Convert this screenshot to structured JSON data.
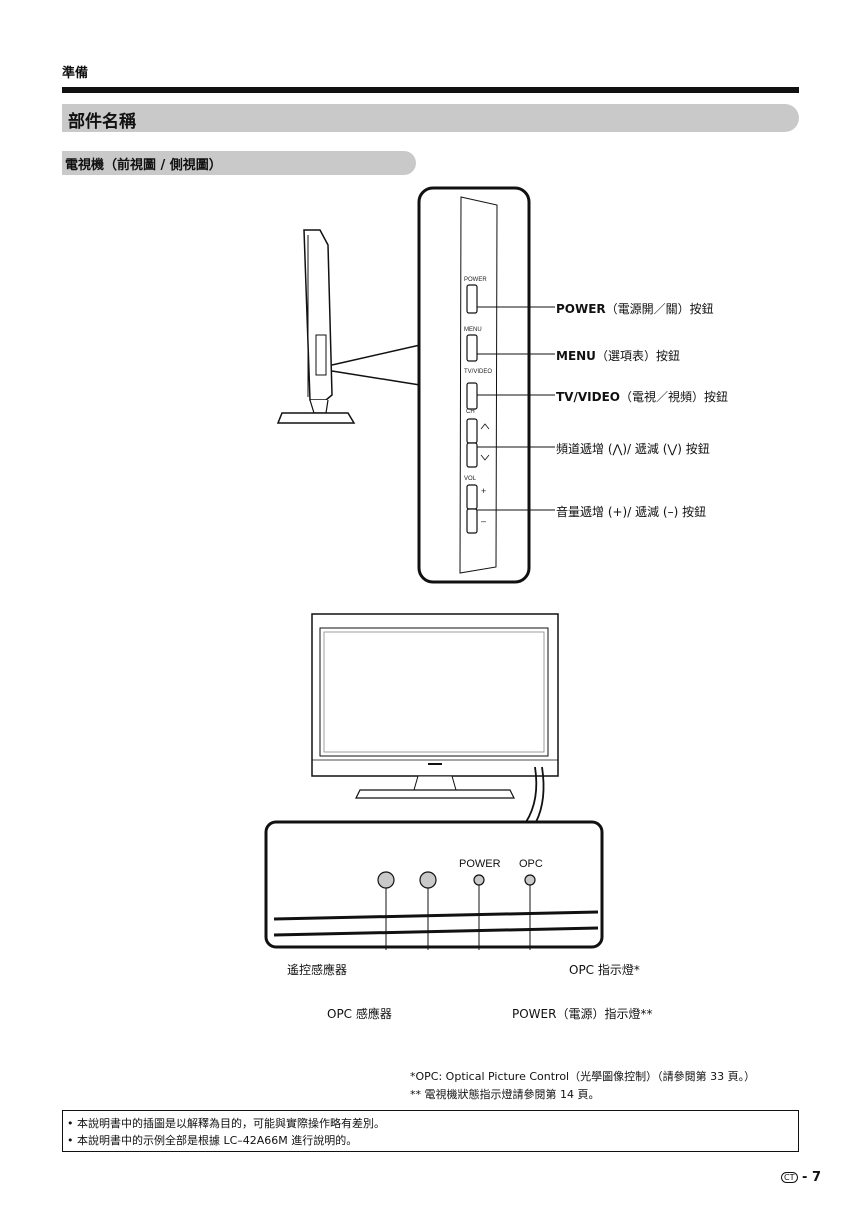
{
  "header": {
    "section": "準備"
  },
  "title": "部件名稱",
  "subtitle": "電視機（前視圖 / 側視圖）",
  "side_buttons": {
    "power": "POWER",
    "menu": "MENU",
    "tvvideo": "TV/VIDEO",
    "ch": "CH",
    "vol": "VOL",
    "plus": "+",
    "minus": "–"
  },
  "callouts": {
    "power_key": "POWER",
    "power_desc": "（電源開／關）按鈕",
    "menu_key": "MENU",
    "menu_desc": "（選項表）按鈕",
    "tvvideo_key": "TV/VIDEO",
    "tvvideo_desc": "（電視／視頻）按鈕",
    "ch_desc": "頻道遞增 (⋀)/ 遞減 (⋁) 按鈕",
    "vol_desc": "音量遞增 (+)/ 遞減 (–) 按鈕"
  },
  "front_panel": {
    "power_label": "POWER",
    "opc_label": "OPC"
  },
  "front_callouts": {
    "remote_sensor": "遙控感應器",
    "opc_sensor": "OPC 感應器",
    "opc_indicator": "OPC 指示燈*",
    "power_indicator": "POWER（電源）指示燈**"
  },
  "footnotes": {
    "opc": "*OPC: Optical Picture Control（光學圖像控制）（請參閱第 33 頁。）",
    "status": "** 電視機狀態指示燈請參閱第 14 頁。"
  },
  "notes": [
    "•  本說明書中的插圖是以解釋為目的，可能與實際操作略有差別。",
    "•  本說明書中的示例全部是根據 LC–42A66M 進行說明的。"
  ],
  "page": {
    "lang": "CT",
    "number": "7"
  }
}
